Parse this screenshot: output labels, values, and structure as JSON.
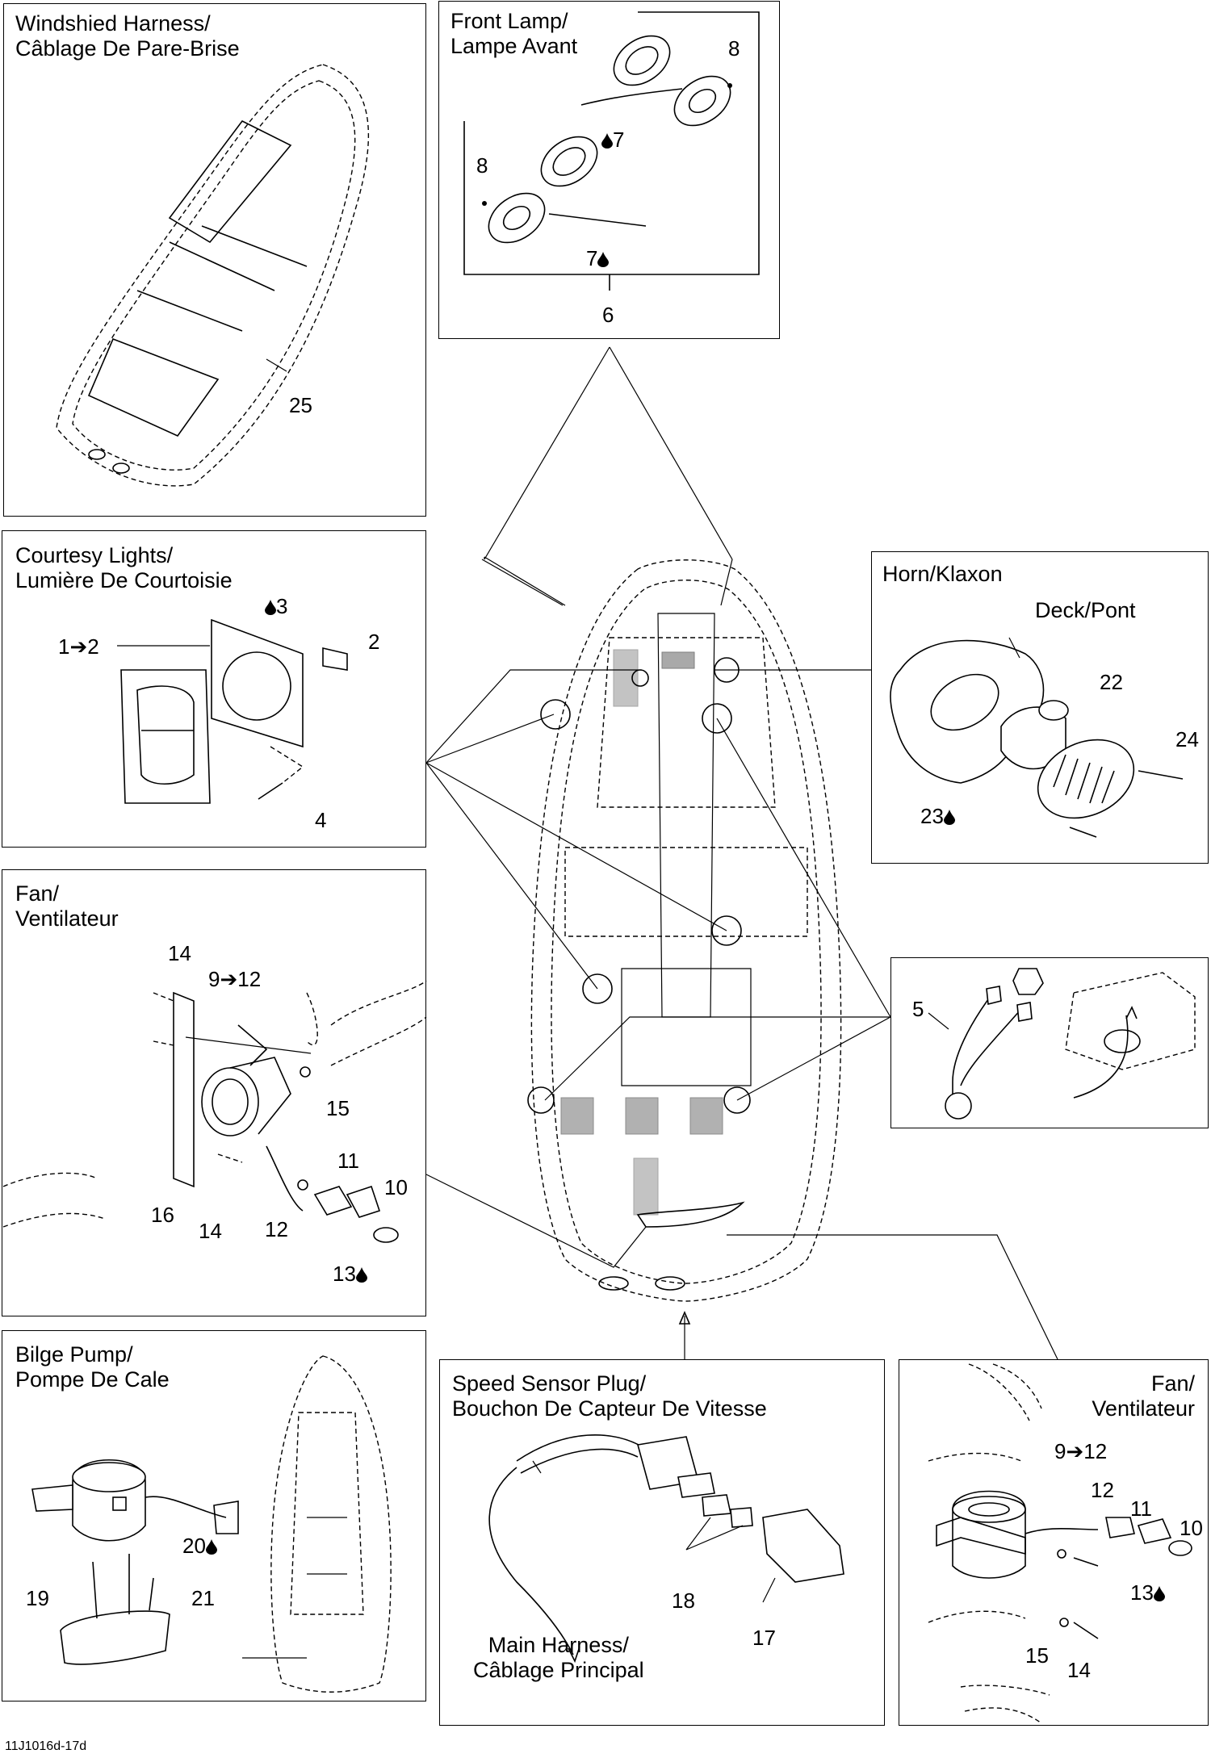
{
  "panels": {
    "windshield": {
      "title": "Windshied Harness/\nCâblage De Pare-Brise",
      "callouts": [
        "25"
      ]
    },
    "front_lamp": {
      "title": "Front Lamp/\nLampe Avant",
      "callouts": [
        "8",
        "7",
        "8",
        "7",
        "6"
      ]
    },
    "courtesy": {
      "title": "Courtesy Lights/\nLumière De Courtoisie",
      "callouts": [
        "3",
        "1➔2",
        "2",
        "4"
      ]
    },
    "fan_left": {
      "title": "Fan/\nVentilateur",
      "callouts": [
        "14",
        "9➔12",
        "15",
        "11",
        "10",
        "16",
        "14",
        "12",
        "13"
      ]
    },
    "bilge": {
      "title": "Bilge Pump/\nPompe De Cale",
      "callouts": [
        "20",
        "19",
        "21"
      ]
    },
    "horn": {
      "title": "Horn/Klaxon",
      "deck_label": "Deck/Pont",
      "callouts": [
        "22",
        "24",
        "23"
      ]
    },
    "plug5": {
      "callouts": [
        "5"
      ]
    },
    "speed_sensor": {
      "title": "Speed Sensor Plug/\nBouchon De Capteur De Vitesse",
      "main_harness": "Main Harness/\nCâblage Principal",
      "callouts": [
        "18",
        "17"
      ]
    },
    "fan_right": {
      "title": "Fan/\nVentilateur",
      "callouts": [
        "9➔12",
        "12",
        "11",
        "10",
        "13",
        "15",
        "14"
      ]
    }
  },
  "doc_id": "11J1016d-17d",
  "icons": {
    "drop": "sealant-drop-icon",
    "arrow": "see-arrow-icon"
  }
}
